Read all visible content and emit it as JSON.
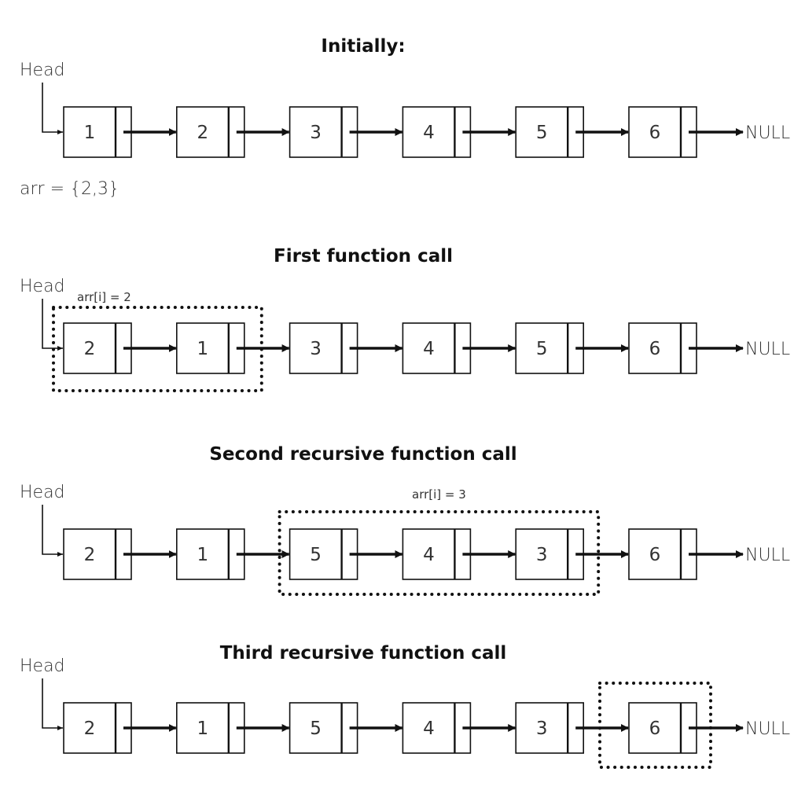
{
  "head_label": "Head",
  "null_label": "NULL",
  "arr_text": "arr = {2,3}",
  "colors": {
    "stroke": "#111111",
    "text": "#333333",
    "background": "#ffffff"
  },
  "rows": [
    {
      "title": "Initially:",
      "nodes": [
        "1",
        "2",
        "3",
        "4",
        "5",
        "6"
      ],
      "highlight": null
    },
    {
      "title": "First function call",
      "nodes": [
        "2",
        "1",
        "3",
        "4",
        "5",
        "6"
      ],
      "highlight": {
        "from": 0,
        "to": 1,
        "label": "arr[i] = 2"
      }
    },
    {
      "title": "Second recursive function call",
      "nodes": [
        "2",
        "1",
        "5",
        "4",
        "3",
        "6"
      ],
      "highlight": {
        "from": 2,
        "to": 4,
        "label": "arr[i] = 3"
      }
    },
    {
      "title": "Third recursive function call",
      "nodes": [
        "2",
        "1",
        "5",
        "4",
        "3",
        "6"
      ],
      "highlight": {
        "from": 5,
        "to": 5,
        "label": ""
      }
    }
  ]
}
